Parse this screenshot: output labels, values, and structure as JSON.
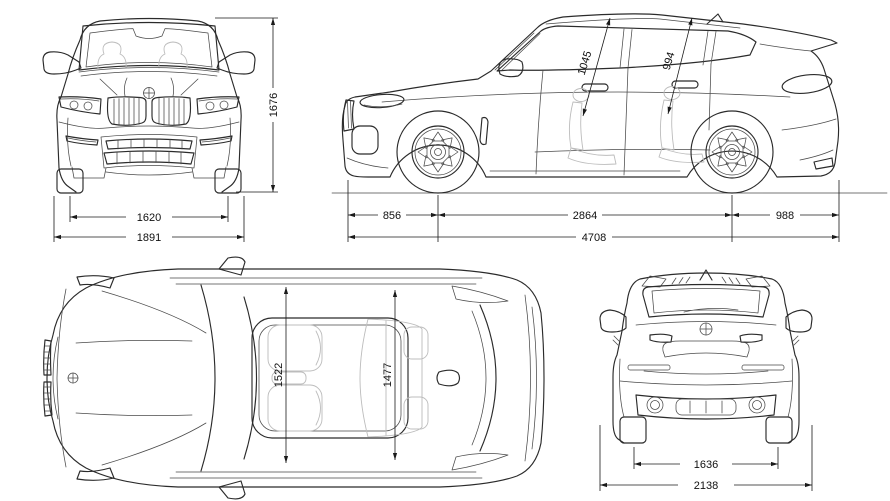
{
  "meta": {
    "description": "Four-view orthographic dimension blueprint of a compact luxury SUV (front, side, top, rear)"
  },
  "views": {
    "front": {
      "dims": {
        "track": "1620",
        "overall_width": "1891",
        "overall_height": "1676"
      }
    },
    "side": {
      "dims": {
        "front_overhang": "856",
        "wheelbase": "2864",
        "rear_overhang": "988",
        "overall_length": "4708",
        "front_headroom": "1045",
        "rear_headroom": "994"
      }
    },
    "top": {
      "dims": {
        "front_interior_width": "1522",
        "rear_interior_width": "1477"
      }
    },
    "rear": {
      "dims": {
        "track": "1636",
        "width_incl_mirrors": "2138"
      }
    }
  },
  "colors": {
    "line": "#2b2b2b",
    "detail": "#4a4a4a",
    "interior": "#bcbcbc",
    "dimension": "#1a1a1a",
    "background": "#ffffff"
  }
}
